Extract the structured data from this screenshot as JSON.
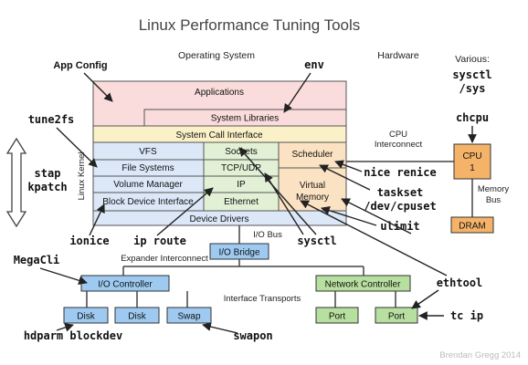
{
  "title": "Linux Performance Tuning Tools",
  "sections": {
    "os": "Operating System",
    "hardware": "Hardware",
    "various": "Various:",
    "cpu_interconnect_1": "CPU",
    "cpu_interconnect_2": "Interconnect",
    "memory_bus_1": "Memory",
    "memory_bus_2": "Bus",
    "io_bus": "I/O Bus",
    "expander_interconnect": "Expander Interconnect",
    "interface_transports": "Interface Transports",
    "linux_kernel": "Linux Kernel"
  },
  "components": {
    "applications": "Applications",
    "system_libraries": "System Libraries",
    "system_call_interface": "System Call Interface",
    "vfs": "VFS",
    "sockets": "Sockets",
    "scheduler": "Scheduler",
    "file_systems": "File Systems",
    "tcp_udp": "TCP/UDP",
    "volume_manager": "Volume Manager",
    "ip": "IP",
    "virtual_memory_1": "Virtual",
    "virtual_memory_2": "Memory",
    "block_device_interface": "Block Device Interface",
    "ethernet": "Ethernet",
    "device_drivers": "Device Drivers",
    "io_bridge": "I/O Bridge",
    "io_controller": "I/O Controller",
    "disk_1": "Disk",
    "disk_2": "Disk",
    "swap": "Swap",
    "network_controller": "Network Controller",
    "port_1": "Port",
    "port_2": "Port",
    "cpu_1": "CPU",
    "cpu_2": "1",
    "dram": "DRAM"
  },
  "tools": {
    "app_config": "App Config",
    "env": "env",
    "sysctl": "sysctl",
    "sys": "/sys",
    "chcpu": "chcpu",
    "tune2fs": "tune2fs",
    "stap": "stap",
    "kpatch": "kpatch",
    "nice_renice": "nice renice",
    "taskset": "taskset",
    "dev_cpuset": "/dev/cpuset",
    "ulimit": "ulimit",
    "ionice": "ionice",
    "ip_route": "ip route",
    "sysctl_k": "sysctl",
    "megacli": "MegaCli",
    "ethtool": "ethtool",
    "hdparm_blockdev": "hdparm blockdev",
    "swapon": "swapon",
    "tc_ip": "tc ip"
  },
  "credit": "Brendan Gregg 2014",
  "colors": {
    "pink": "#fbdcdc",
    "yellow": "#fbf1c8",
    "blue": "#dce8f8",
    "green": "#e2f1d6",
    "orange": "#fbe2c3",
    "bright_blue": "#9ecaf2",
    "dark_green": "#b7df9f",
    "cpu_orange": "#f5b36a",
    "line": "#3a3a3a"
  }
}
